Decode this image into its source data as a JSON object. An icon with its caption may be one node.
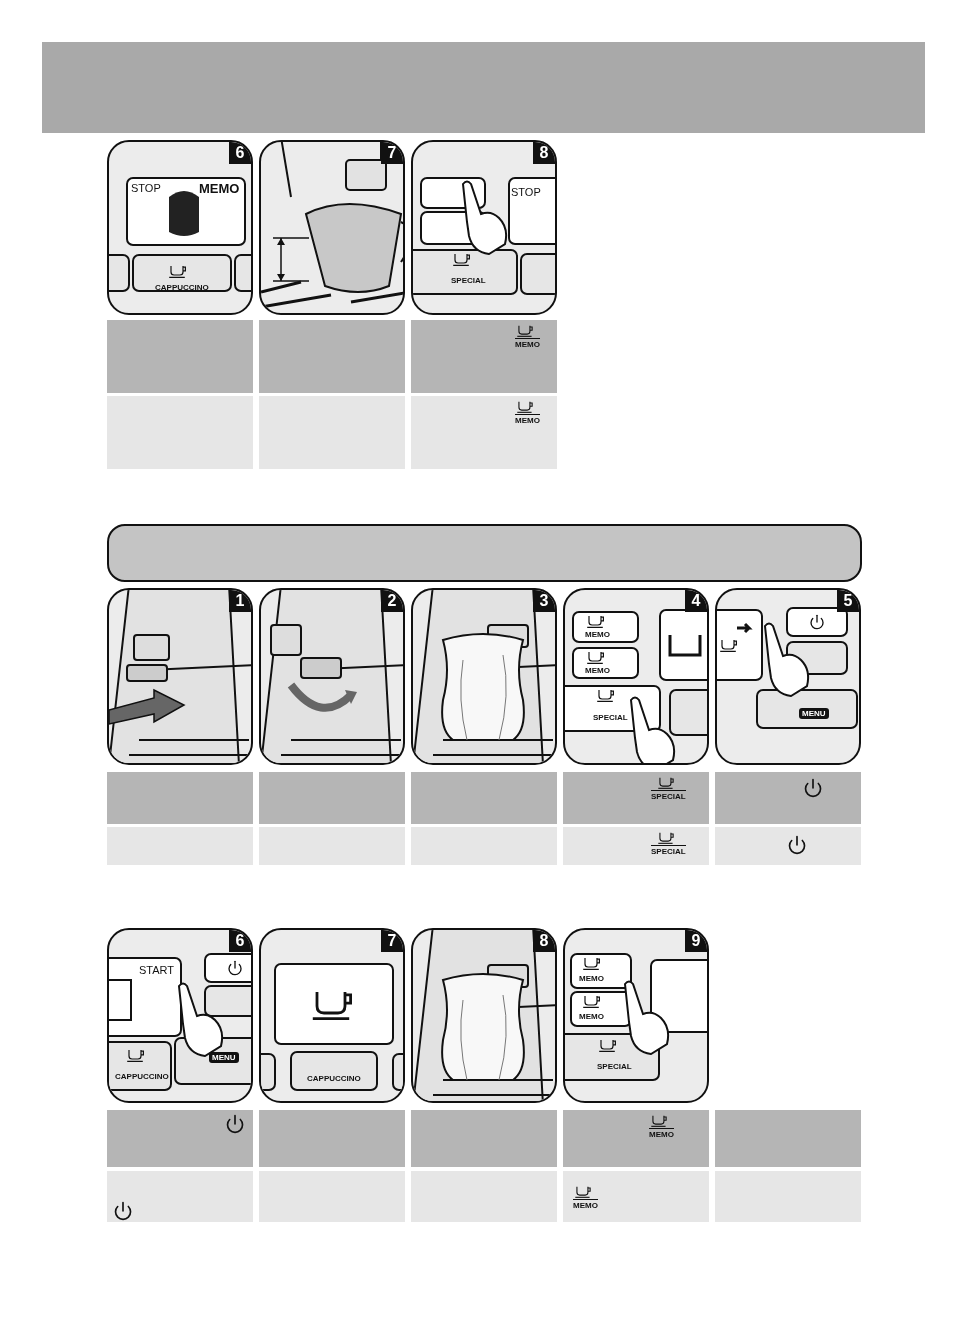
{
  "diagram": {
    "nodes": [
      {
        "text": [
          "6",
          "STOP",
          "MEMO",
          "CAPPUCCINO"
        ]
      },
      {
        "text": [
          "7"
        ]
      },
      {
        "text": [
          "8",
          "SPECIAL",
          "STOP"
        ]
      },
      {
        "text": [],
        "shape": "box"
      },
      {
        "text": [],
        "shape": "box"
      },
      {
        "text": [
          "MEMO"
        ]
      },
      {
        "text": [],
        "shape": "box"
      },
      {
        "text": [],
        "shape": "box"
      },
      {
        "text": [
          "MEMO"
        ]
      },
      {
        "text": [],
        "shape": "box"
      },
      {
        "text": [
          "1"
        ]
      },
      {
        "text": [
          "2"
        ]
      },
      {
        "text": [
          "3"
        ]
      },
      {
        "text": [
          "4",
          "MEMO",
          "MEMO",
          "SPECIAL"
        ]
      },
      {
        "text": [
          "5",
          "MENU"
        ]
      },
      {
        "text": [],
        "shape": "box"
      },
      {
        "text": [],
        "shape": "box"
      },
      {
        "text": [],
        "shape": "box"
      },
      {
        "text": [
          "SPECIAL"
        ]
      },
      {
        "text": [],
        "shape": "box"
      },
      {
        "text": [],
        "shape": "box"
      },
      {
        "text": [],
        "shape": "box"
      },
      {
        "text": [],
        "shape": "box"
      },
      {
        "text": [
          "SPECIAL"
        ]
      },
      {
        "text": [],
        "shape": "box"
      },
      {
        "text": [
          "6",
          "START",
          "MENU",
          "CAPPUCCINO"
        ]
      },
      {
        "text": [
          "7",
          "CAPPUCCINO"
        ]
      },
      {
        "text": [
          "8"
        ]
      },
      {
        "text": [
          "9",
          "MEMO",
          "MEMO",
          "SPECIAL"
        ]
      },
      {
        "text": [],
        "shape": "box"
      },
      {
        "text": [],
        "shape": "box"
      },
      {
        "text": [],
        "shape": "box"
      },
      {
        "text": [
          "MEMO"
        ]
      },
      {
        "text": [],
        "shape": "box"
      },
      {
        "text": [],
        "shape": "box"
      },
      {
        "text": [],
        "shape": "box"
      },
      {
        "text": [],
        "shape": "box"
      },
      {
        "text": [
          "MEMO"
        ]
      },
      {
        "text": [],
        "shape": "box"
      }
    ]
  }
}
